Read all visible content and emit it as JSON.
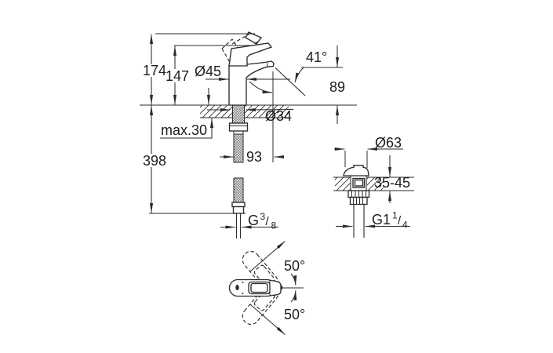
{
  "colors": {
    "background": "#ffffff",
    "line": "#2b2b2b",
    "text": "#1d1d1d"
  },
  "views": {
    "side": {
      "label_total_height": "174",
      "label_lever_height": "147",
      "label_body_diameter": "Ø45",
      "label_spray_angle": "41°",
      "label_spout_height": "89",
      "label_max_deck": "max.30",
      "label_hole_diameter": "Ø34",
      "label_hose_length": "398",
      "label_spout_projection": "93",
      "thread": {
        "prefix": "G",
        "numerator": "3",
        "slash": "/",
        "denominator": "8"
      }
    },
    "drain": {
      "label_cap_diameter": "Ø63",
      "label_deck_range": "35-45",
      "thread": {
        "prefix": "G1",
        "numerator": "1",
        "slash": "/",
        "denominator": "4"
      }
    },
    "top": {
      "label_swing_up": "50°",
      "label_swing_down": "50°"
    }
  }
}
